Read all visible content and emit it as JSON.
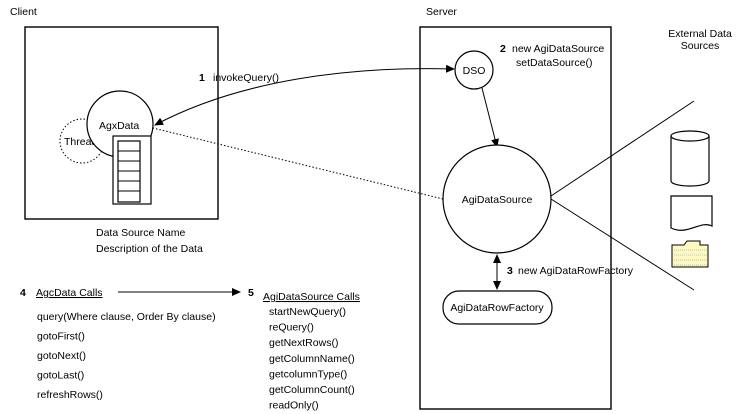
{
  "client": {
    "title": "Client",
    "thread_label": "Thread",
    "agxdata_label": "AgxData",
    "dsn_label": "Data Source Name",
    "description_label": "Description of the Data"
  },
  "server": {
    "title": "Server",
    "dso_label": "DSO",
    "agidatasource_label": "AgiDataSource",
    "rowfactory_label": "AgiDataRowFactory"
  },
  "external": {
    "title_line1": "External Data",
    "title_line2": "Sources"
  },
  "steps": {
    "step1": {
      "number": "1",
      "text": "invokeQuery()"
    },
    "step2": {
      "number": "2",
      "line1": "new AgiDataSource",
      "line2": "setDataSource()"
    },
    "step3": {
      "number": "3",
      "text": "new AgiDataRowFactory"
    },
    "step4": {
      "number": "4",
      "heading": "AgcData Calls",
      "calls": [
        "query(Where clause, Order By clause)",
        "gotoFirst()",
        "gotoNext()",
        "gotoLast()",
        "refreshRows()"
      ]
    },
    "step5": {
      "number": "5",
      "heading": "AgiDataSource Calls",
      "calls": [
        "startNewQuery()",
        "reQuery()",
        "getNextRows()",
        "getColumnName()",
        "getcolumnType()",
        "getColumnCount()",
        "readOnly()"
      ]
    }
  },
  "colors": {
    "line": "#000000",
    "folder_fill": "#fff8c0",
    "folder_grid": "#6688cc"
  }
}
